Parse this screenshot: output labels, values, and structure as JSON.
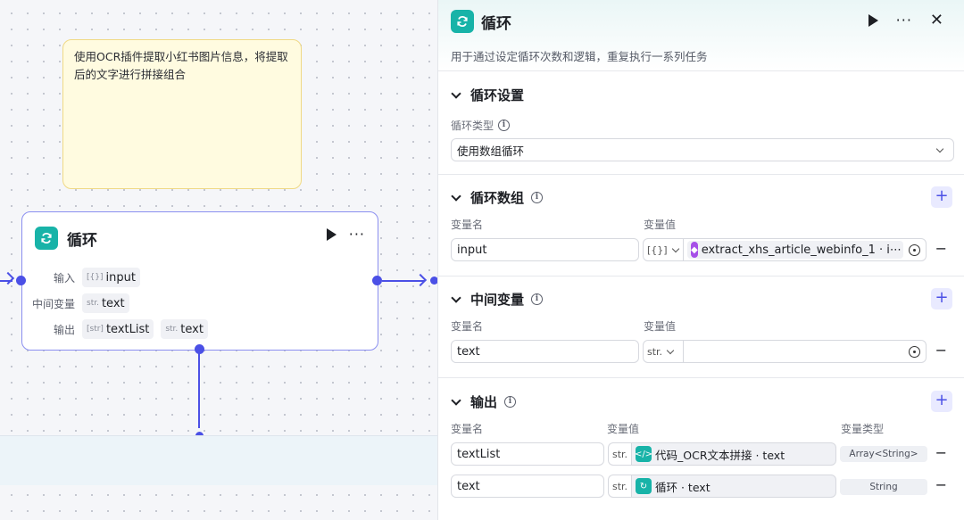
{
  "canvas": {
    "note_text": "使用OCR插件提取小红书图片信息，将提取后的文字进行拼接组合",
    "loop_node": {
      "title": "循环",
      "rows": {
        "input_label": "输入",
        "input_type": "[{}]",
        "input_name": "input",
        "middle_label": "中间变量",
        "middle_type": "str.",
        "middle_name": "text",
        "output_label": "输出",
        "output1_type": "[str]",
        "output1_name": "textList",
        "output2_type": "str.",
        "output2_name": "text"
      }
    }
  },
  "panel": {
    "title": "循环",
    "description": "用于通过设定循环次数和逻辑，重复执行一系列任务",
    "loop_settings": {
      "title": "循环设置",
      "type_label": "循环类型",
      "type_value": "使用数组循环"
    },
    "loop_array": {
      "title": "循环数组",
      "col_name": "变量名",
      "col_value": "变量值",
      "row": {
        "name": "input",
        "type": "[{}]",
        "ref": "extract_xhs_article_webinfo_1 · i⋯"
      }
    },
    "middle_vars": {
      "title": "中间变量",
      "col_name": "变量名",
      "col_value": "变量值",
      "row": {
        "name": "text",
        "type": "str."
      }
    },
    "output": {
      "title": "输出",
      "col_name": "变量名",
      "col_value": "变量值",
      "col_type": "变量类型",
      "rows": [
        {
          "name": "textList",
          "type": "str.",
          "ref": "代码_OCR文本拼接 · text",
          "var_type": "Array<String>"
        },
        {
          "name": "text",
          "type": "str.",
          "ref": "循环 · text",
          "var_type": "String"
        }
      ]
    }
  },
  "colors": {
    "accent": "#4b50e6",
    "teal": "#18b3a8",
    "plugin": "#a64fe8"
  },
  "icons": [
    "loop-icon",
    "play-icon",
    "more-icon",
    "close-icon",
    "chevron-down-icon",
    "info-icon",
    "plus-icon",
    "target-icon",
    "minus-icon",
    "code-icon",
    "plugin-icon"
  ]
}
